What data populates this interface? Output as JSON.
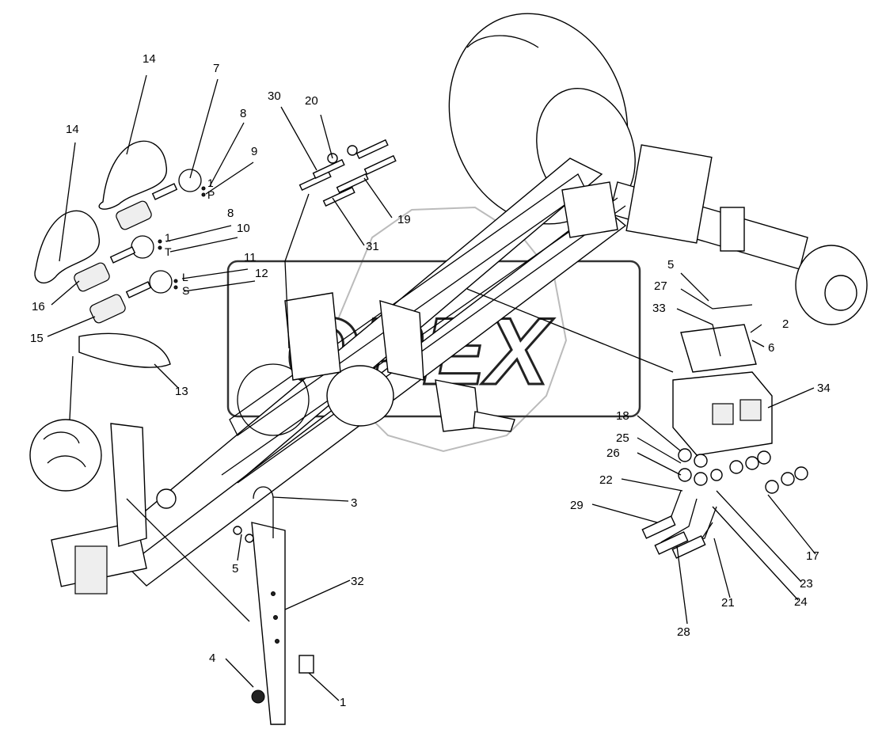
{
  "watermark": {
    "text": "OPEX",
    "color": "#1a1a1a"
  },
  "port_labels": [
    {
      "id": "1",
      "text": "1"
    },
    {
      "id": "P",
      "text": "P"
    },
    {
      "id": "1b",
      "text": "1"
    },
    {
      "id": "T",
      "text": "T"
    },
    {
      "id": "L",
      "text": "L"
    },
    {
      "id": "S",
      "text": "S"
    }
  ],
  "callouts": [
    "1",
    "2",
    "3",
    "4",
    "5",
    "5",
    "6",
    "7",
    "8",
    "8",
    "9",
    "10",
    "11",
    "12",
    "13",
    "14",
    "14",
    "15",
    "16",
    "17",
    "18",
    "19",
    "20",
    "21",
    "22",
    "23",
    "24",
    "25",
    "26",
    "27",
    "28",
    "29",
    "30",
    "31",
    "32",
    "33",
    "34"
  ]
}
